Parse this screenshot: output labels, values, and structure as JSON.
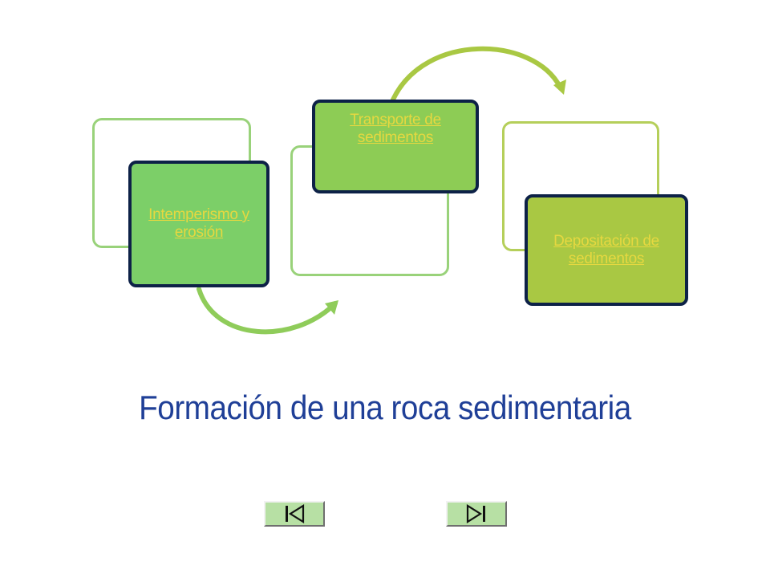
{
  "diagram": {
    "title": "Formación de una roca sedimentaria",
    "steps": [
      {
        "label": "Intemperismo y erosión",
        "color": "#7ccf68"
      },
      {
        "label": "Transporte de sedimentos",
        "color": "#8dcc55"
      },
      {
        "label": "Depositación de sedimentos",
        "color": "#a9c843"
      }
    ],
    "arrow_color": "#8fcc5a",
    "link_color": "#e6d840",
    "title_color": "#1f3f97",
    "border_color": "#0d2147"
  },
  "navigation": {
    "first_icon": "skip-to-first-icon",
    "last_icon": "skip-to-last-icon"
  }
}
